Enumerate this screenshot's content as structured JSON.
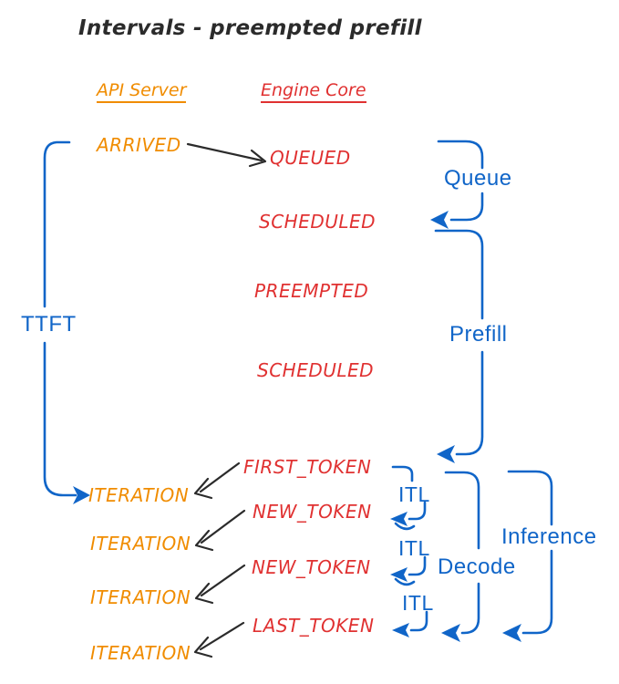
{
  "title": "Intervals - preempted prefill",
  "columns": {
    "api_server": "API Server",
    "engine_core": "Engine Core"
  },
  "events": {
    "arrived": "ARRIVED",
    "queued": "QUEUED",
    "scheduled_1": "SCHEDULED",
    "preempted": "PREEMPTED",
    "scheduled_2": "SCHEDULED",
    "first_token": "FIRST_TOKEN",
    "new_token_1": "NEW_TOKEN",
    "new_token_2": "NEW_TOKEN",
    "last_token": "LAST_TOKEN",
    "iteration_1": "ITERATION",
    "iteration_2": "ITERATION",
    "iteration_3": "ITERATION",
    "iteration_4": "ITERATION"
  },
  "intervals": {
    "ttft": "TTFT",
    "queue": "Queue",
    "prefill": "Prefill",
    "itl_1": "ITL",
    "itl_2": "ITL",
    "itl_3": "ITL",
    "decode": "Decode",
    "inference": "Inference"
  },
  "colors": {
    "orange": "#f08c00",
    "red": "#e03131",
    "blue": "#1065c8",
    "ink": "#2b2b2b"
  }
}
